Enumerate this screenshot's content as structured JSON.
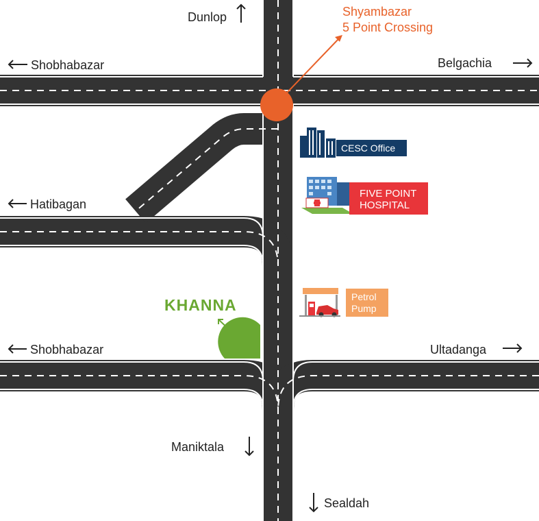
{
  "colors": {
    "road": "#333333",
    "road_edge": "#ffffff",
    "dash": "#ffffff",
    "crossing": "#e8622a",
    "khanna": "#6aa832",
    "cesc": "#143c66",
    "hospital": "#e8353a",
    "petrol": "#f4a261"
  },
  "roads": {
    "top_road": {
      "left_label": "Shobhabazar",
      "right_label": "Belgachia"
    },
    "middle_road": {
      "left_label": "Hatibagan"
    },
    "bottom_road": {
      "left_label": "Shobhabazar",
      "right_label": "Ultadanga"
    },
    "north_label": "Dunlop",
    "south_labels": [
      "Maniktala",
      "Sealdah"
    ]
  },
  "landmarks": {
    "crossing": {
      "line1": "Shyambazar",
      "line2": "5 Point Crossing"
    },
    "cesc": {
      "label": "CESC Office",
      "icon": "office-building-icon"
    },
    "hospital": {
      "line1": "FIVE POINT",
      "line2": "HOSPITAL",
      "icon": "hospital-icon"
    },
    "petrol": {
      "line1": "Petrol",
      "line2": "Pump",
      "icon": "petrol-pump-icon"
    },
    "khanna": {
      "label": "KHANNA"
    }
  }
}
